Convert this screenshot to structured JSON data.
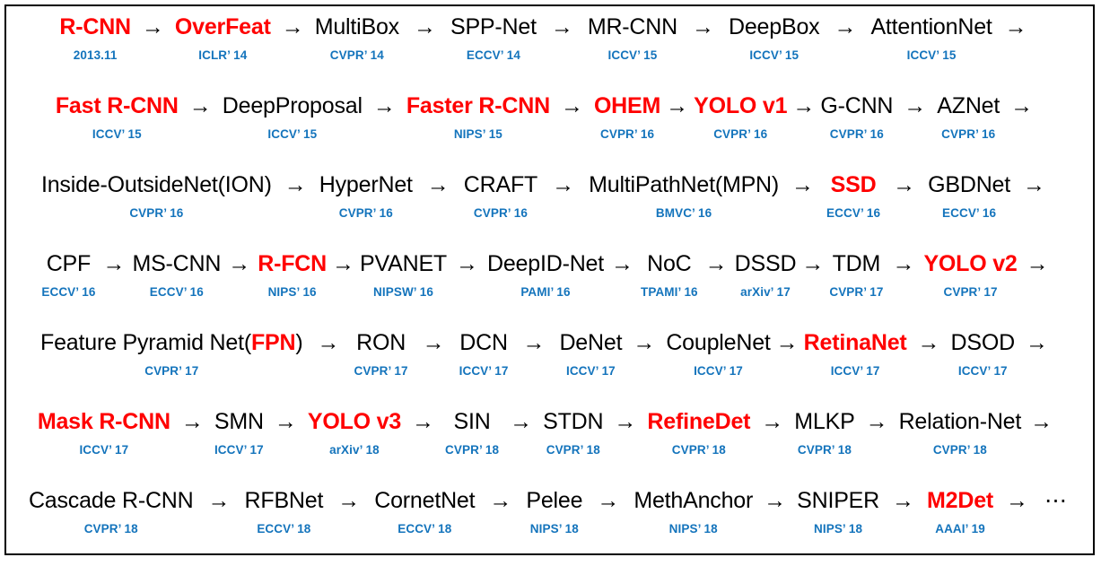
{
  "figure": {
    "title": "Object Detection Milestones Timeline",
    "accent_red": "#FF0000",
    "venue_blue": "#1474BC",
    "border_color": "#000000",
    "background": "#FFFFFF",
    "arrow_glyph": "→",
    "ellipsis_glyph": "⋯"
  },
  "rows": [
    {
      "id": "row-1",
      "trailing_arrow": true,
      "trailing_ellipsis": false,
      "nodes": [
        {
          "name": "R-CNN",
          "venue": "2013.11",
          "highlight": true
        },
        {
          "name": "OverFeat",
          "venue": "ICLR’ 14",
          "highlight": true
        },
        {
          "name": "MultiBox",
          "venue": "CVPR’ 14",
          "highlight": false
        },
        {
          "name": "SPP-Net",
          "venue": "ECCV’ 14",
          "highlight": false
        },
        {
          "name": "MR-CNN",
          "venue": "ICCV’ 15",
          "highlight": false
        },
        {
          "name": "DeepBox",
          "venue": "ICCV’ 15",
          "highlight": false
        },
        {
          "name": "AttentionNet",
          "venue": "ICCV’ 15",
          "highlight": false
        }
      ]
    },
    {
      "id": "row-2",
      "trailing_arrow": true,
      "trailing_ellipsis": false,
      "nodes": [
        {
          "name": "Fast R-CNN",
          "venue": "ICCV’ 15",
          "highlight": true
        },
        {
          "name": "DeepProposal",
          "venue": "ICCV’ 15",
          "highlight": false
        },
        {
          "name": "Faster R-CNN",
          "venue": "NIPS’ 15",
          "highlight": true
        },
        {
          "name": "OHEM",
          "venue": "CVPR’ 16",
          "highlight": true
        },
        {
          "name": "YOLO v1",
          "venue": "CVPR’ 16",
          "highlight": true
        },
        {
          "name": "G-CNN",
          "venue": "CVPR’ 16",
          "highlight": false
        },
        {
          "name": "AZNet",
          "venue": "CVPR’ 16",
          "highlight": false
        }
      ]
    },
    {
      "id": "row-3",
      "trailing_arrow": true,
      "trailing_ellipsis": false,
      "nodes": [
        {
          "name": "Inside-OutsideNet(ION)",
          "venue": "CVPR’ 16",
          "highlight": false
        },
        {
          "name": "HyperNet",
          "venue": "CVPR’ 16",
          "highlight": false
        },
        {
          "name": "CRAFT",
          "venue": "CVPR’ 16",
          "highlight": false
        },
        {
          "name": "MultiPathNet(MPN)",
          "venue": "BMVC’ 16",
          "highlight": false
        },
        {
          "name": "SSD",
          "venue": "ECCV’ 16",
          "highlight": true
        },
        {
          "name": "GBDNet",
          "venue": "ECCV’ 16",
          "highlight": false
        }
      ]
    },
    {
      "id": "row-4",
      "trailing_arrow": true,
      "trailing_ellipsis": false,
      "nodes": [
        {
          "name": "CPF",
          "venue": "ECCV’ 16",
          "highlight": false
        },
        {
          "name": "MS-CNN",
          "venue": "ECCV’ 16",
          "highlight": false
        },
        {
          "name": "R-FCN",
          "venue": "NIPS’ 16",
          "highlight": true
        },
        {
          "name": "PVANET",
          "venue": "NIPSW’ 16",
          "highlight": false
        },
        {
          "name": "DeepID-Net",
          "venue": "PAMI’ 16",
          "highlight": false
        },
        {
          "name": "NoC",
          "venue": "TPAMI’ 16",
          "highlight": false
        },
        {
          "name": "DSSD",
          "venue": "arXiv’ 17",
          "highlight": false
        },
        {
          "name": "TDM",
          "venue": "CVPR’ 17",
          "highlight": false
        },
        {
          "name": "YOLO v2",
          "venue": "CVPR’ 17",
          "highlight": true
        }
      ]
    },
    {
      "id": "row-5",
      "trailing_arrow": true,
      "trailing_ellipsis": false,
      "nodes": [
        {
          "name": "Feature Pyramid Net(FPN)",
          "venue": "CVPR’ 17",
          "highlight": false,
          "partial_red": "FPN"
        },
        {
          "name": "RON",
          "venue": "CVPR’ 17",
          "highlight": false
        },
        {
          "name": "DCN",
          "venue": "ICCV’ 17",
          "highlight": false
        },
        {
          "name": "DeNet",
          "venue": "ICCV’ 17",
          "highlight": false
        },
        {
          "name": "CoupleNet",
          "venue": "ICCV’ 17",
          "highlight": false
        },
        {
          "name": "RetinaNet",
          "venue": "ICCV’ 17",
          "highlight": true
        },
        {
          "name": "DSOD",
          "venue": "ICCV’ 17",
          "highlight": false
        }
      ]
    },
    {
      "id": "row-6",
      "trailing_arrow": true,
      "trailing_ellipsis": false,
      "nodes": [
        {
          "name": "Mask R-CNN",
          "venue": "ICCV’ 17",
          "highlight": true
        },
        {
          "name": "SMN",
          "venue": "ICCV’ 17",
          "highlight": false
        },
        {
          "name": "YOLO v3",
          "venue": "arXiv’ 18",
          "highlight": true
        },
        {
          "name": "SIN",
          "venue": "CVPR’ 18",
          "highlight": false
        },
        {
          "name": "STDN",
          "venue": "CVPR’ 18",
          "highlight": false
        },
        {
          "name": "RefineDet",
          "venue": "CVPR’ 18",
          "highlight": true
        },
        {
          "name": "MLKP",
          "venue": "CVPR’ 18",
          "highlight": false
        },
        {
          "name": "Relation-Net",
          "venue": "CVPR’ 18",
          "highlight": false
        }
      ]
    },
    {
      "id": "row-7",
      "trailing_arrow": false,
      "trailing_ellipsis": true,
      "nodes": [
        {
          "name": "Cascade R-CNN",
          "venue": "CVPR’ 18",
          "highlight": false
        },
        {
          "name": "RFBNet",
          "venue": "ECCV’ 18",
          "highlight": false
        },
        {
          "name": "CornetNet",
          "venue": "ECCV’ 18",
          "highlight": false
        },
        {
          "name": "Pelee",
          "venue": "NIPS’ 18",
          "highlight": false
        },
        {
          "name": "MethAnchor",
          "venue": "NIPS’ 18",
          "highlight": false
        },
        {
          "name": "SNIPER",
          "venue": "NIPS’ 18",
          "highlight": false
        },
        {
          "name": "M2Det",
          "venue": "AAAI’ 19",
          "highlight": true
        }
      ]
    }
  ]
}
